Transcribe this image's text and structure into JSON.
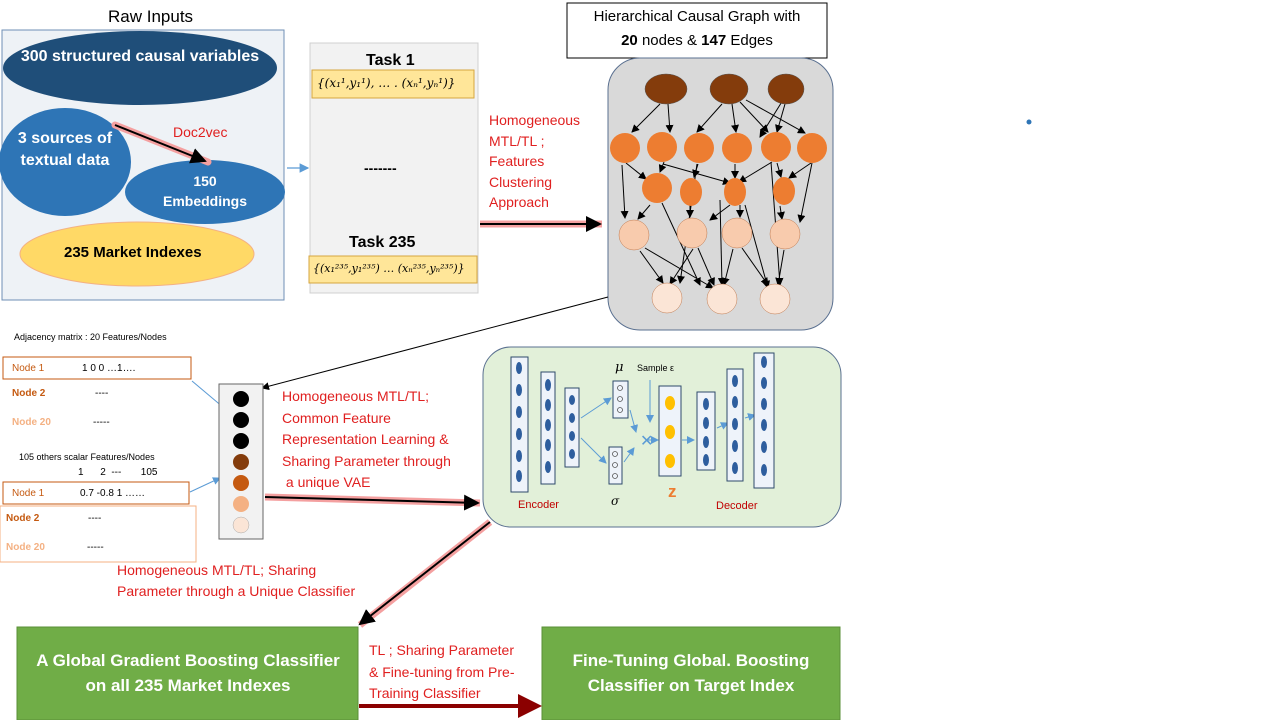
{
  "raw_inputs": {
    "title": "Raw Inputs",
    "causal_vars": "300 structured causal variables",
    "text_sources": "3 sources of textual data",
    "doc2vec": "Doc2vec",
    "embeddings": "150 Embeddings",
    "market_indexes": "235 Market Indexes"
  },
  "tasks": {
    "task1_title": "Task  1",
    "task1_formula": "{(x₁¹,y₁¹), … . (xₙ¹,yₙ¹)}",
    "ellipsis": "-------",
    "task235_title": "Task 235",
    "task235_formula": "{(x₁²³⁵,y₁²³⁵) … (xₙ²³⁵,yₙ²³⁵)}"
  },
  "graph": {
    "title_line1": "Hierarchical Causal Graph  with",
    "title_nodes": "20",
    "title_mid": "nodes &",
    "title_edges": "147",
    "title_end": "Edges"
  },
  "arrow_labels": {
    "clustering": [
      "Homogeneous",
      "MTL/TL ;",
      "Features",
      "Clustering",
      "Approach"
    ],
    "vae": [
      "Homogeneous MTL/TL;",
      "Common Feature",
      "Representation Learning  &",
      "Sharing Parameter through",
      " a unique VAE"
    ],
    "classifier": [
      "Homogeneous MTL/TL;  Sharing",
      "Parameter through a Unique Classifier"
    ],
    "tl": [
      "TL ; Sharing  Parameter",
      "&  Fine-tuning from Pre-",
      "Training Classifier"
    ]
  },
  "adjacency": {
    "title": "Adjacency matrix : 20 Features/Nodes",
    "rows": [
      {
        "label": "Node 1",
        "values": "1  0   0 …1…."
      },
      {
        "label": "Node 2",
        "values": "----"
      },
      {
        "label": "Node 20",
        "values": "-----"
      }
    ]
  },
  "scalar": {
    "title": "105 others scalar Features/Nodes",
    "header": "1      2  ---       105",
    "rows": [
      {
        "label": "Node 1",
        "values": "0.7  -0.8  1 ……"
      },
      {
        "label": "Node 2",
        "values": "----"
      },
      {
        "label": "Node 20",
        "values": "-----"
      }
    ]
  },
  "vae": {
    "mu": "μ",
    "sample": "Sample ε",
    "sigma": "σ",
    "z": "z",
    "encoder": "Encoder",
    "decoder": "Decoder"
  },
  "global_classifier": "A Global Gradient Boosting Classifier on all 235 Market Indexes",
  "fine_tuning": "Fine-Tuning  Global. Boosting Classifier on Target Index",
  "colors": {
    "dark_blue": "#1f4e79",
    "mid_blue": "#2e75b6",
    "yellow": "#ffd966",
    "green": "#70ad47",
    "vae_bg": "#e2f0d9",
    "graph_bg": "#d9d9d9",
    "brown": "#843c0c",
    "orange": "#ed7d31",
    "peach": "#f8cbad",
    "light_peach": "#fbe5d6",
    "red_text": "#e02020",
    "arrow_dark_red": "#8b0000"
  }
}
